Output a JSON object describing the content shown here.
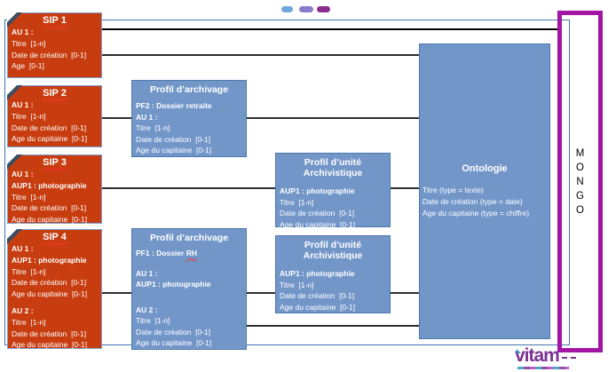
{
  "colors": {
    "sip_fill": "#C73D10",
    "sip_fold": "#3D4E63",
    "blue_box_fill": "#7396C9",
    "blue_box_border": "#4E79AC",
    "frame_border": "#4377B0",
    "mongo_border": "#A315A3",
    "connector": "#2e2e2e",
    "connector_top": "#000000",
    "indicator_dot_blue": "#6FA8DC",
    "indicator_dot_purple": "#8A7BC8",
    "indicator_dot_magenta": "#8C2C91",
    "brand_purple": "#7B3294",
    "spellcheck_squiggle": "#FF2F2F"
  },
  "sips": [
    {
      "title": "SIP 1",
      "au1_header": "AU 1 :",
      "au1_lines": [
        "Titre  [1-n]",
        "Date de création  [0-1]",
        "Age  [0-1]"
      ]
    },
    {
      "title": "SIP 2",
      "au1_header": "AU 1 :",
      "au1_lines": [
        "Titre  [1-n]",
        "Date de création  [0-1]",
        "Age du capitaine  [0-1]"
      ]
    },
    {
      "title": "SIP 3",
      "au1_header": "AU 1 :",
      "aup1": "AUP1 : photographie",
      "au1_lines": [
        "Titre  [1-n]",
        "Date de création  [0-1]",
        "Age du capitaine  [0-1]"
      ]
    },
    {
      "title": "SIP 4",
      "au1_header": "AU 1 :",
      "aup1": "AUP1 : photographie",
      "au1_lines": [
        "Titre  [1-n]",
        "Date de création  [0-1]",
        "Age du capitaine  [0-1]"
      ],
      "au2_header": "AU 2 :",
      "au2_lines": [
        "Titre  [1-n]",
        "Date de création  [0-1]",
        "Age du capitaine  [0-1]"
      ]
    }
  ],
  "profil_archivage_top": {
    "title": "Profil d’archivage",
    "pf": "PF2 : Dossier retraite",
    "au1_header": "AU 1 :",
    "lines": [
      "Titre  [1-n]",
      "Date de création  [0-1]",
      "Age du capitaine  [0-1]"
    ]
  },
  "profil_archivage_bottom": {
    "title": "Profil d’archivage",
    "pf_prefix": "PF1 : Dossier ",
    "pf_word": "RH",
    "au1_header": "AU 1 :",
    "aup1": "AUP1 : photographie",
    "au2_header": "AU 2 :",
    "au2_lines": [
      "Titre  [1-n]",
      "Date de création  [0-1]",
      "Age du capitaine  [0-1]"
    ]
  },
  "profil_unite_top": {
    "title": "Profil d’unité\nArchivistique",
    "aup1": "AUP1 : photographie",
    "lines": [
      "Titre  [1-n]",
      "Date de création  [0-1]",
      "Age du capitaine  [0-1]"
    ]
  },
  "profil_unite_bottom": {
    "title": "Profil d’unité\nArchivistique",
    "aup1": "AUP1 : photographie",
    "lines": [
      "Titre  [1-n]",
      "Date de création  [0-1]",
      "Age du capitaine  [0-1]"
    ]
  },
  "ontologie": {
    "title": "Ontologie",
    "lines": [
      "Titre (type = texte)",
      "Date de création (type = date)",
      "Age du capitaine (type = chiffre)"
    ]
  },
  "mongo": {
    "label": "M\nO\nN\nG\nO"
  },
  "brand": {
    "name": "vitam"
  }
}
